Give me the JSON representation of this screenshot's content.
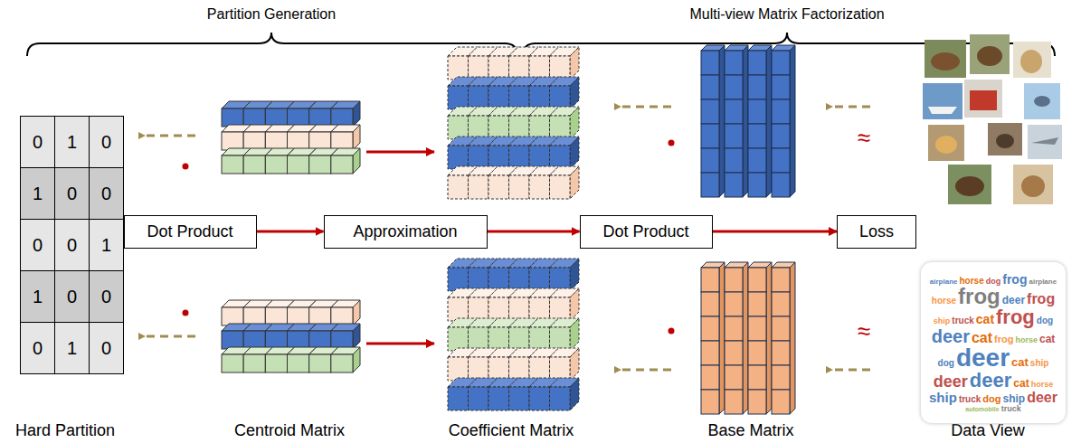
{
  "diagram": {
    "nodes": [
      {
        "text": [
          "Dot Product"
        ]
      },
      {
        "text": [
          "Approximation"
        ]
      },
      {
        "text": [
          "Dot Product"
        ]
      },
      {
        "text": [
          "Loss"
        ]
      }
    ],
    "edges": [
      {
        "from": 0,
        "to": 1,
        "arrow": "to"
      },
      {
        "from": 1,
        "to": 2,
        "arrow": "to"
      },
      {
        "from": 2,
        "to": 3,
        "arrow": "to"
      }
    ],
    "labels": [
      "Partition Generation",
      "Multi-view Matrix Factorization",
      "0",
      "1",
      "0",
      "1",
      "0",
      "0",
      "0",
      "0",
      "1",
      "1",
      "0",
      "0",
      "0",
      "1",
      "0",
      "≈",
      "≈",
      "Hard Partition",
      "Centroid Matrix",
      "Coefficient Matrix",
      "Base Matrix",
      "Data View",
      "airplane",
      "horse",
      "dog",
      "frog",
      "airplane",
      "horse",
      "frog",
      "deer",
      "frog",
      "ship",
      "truck",
      "cat",
      "frog",
      "dog",
      "deer",
      "cat",
      "frog",
      "horse",
      "cat",
      "dog",
      "deer",
      "cat",
      "ship",
      "deer",
      "deer",
      "cat",
      "horse",
      "ship",
      "truck",
      "dog",
      "ship",
      "deer",
      "automobile",
      "truck"
    ]
  }
}
